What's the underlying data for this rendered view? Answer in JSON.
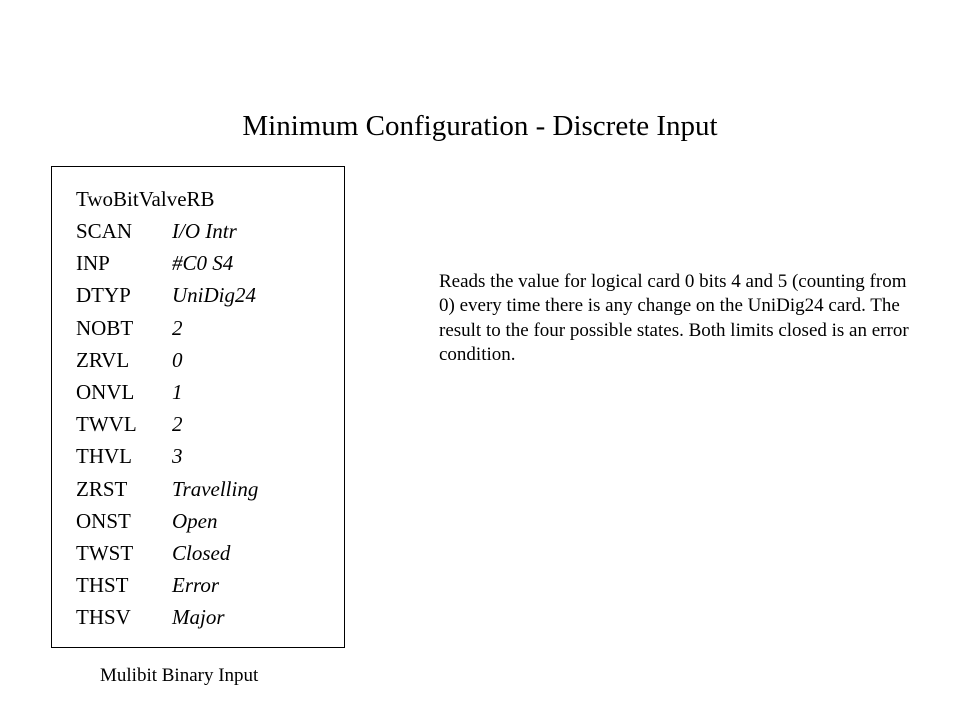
{
  "title": "Minimum Configuration - Discrete Input",
  "record": {
    "name": "TwoBitValveRB",
    "fields": [
      {
        "key": "SCAN",
        "value": "I/O Intr"
      },
      {
        "key": "INP",
        "value": "#C0 S4"
      },
      {
        "key": "DTYP",
        "value": "UniDig24"
      },
      {
        "key": "NOBT",
        "value": "2"
      },
      {
        "key": "ZRVL",
        "value": "0"
      },
      {
        "key": "ONVL",
        "value": "1"
      },
      {
        "key": "TWVL",
        "value": "2"
      },
      {
        "key": "THVL",
        "value": "3"
      },
      {
        "key": "ZRST",
        "value": "Travelling"
      },
      {
        "key": "ONST",
        "value": "Open"
      },
      {
        "key": "TWST",
        "value": "Closed"
      },
      {
        "key": "THST",
        "value": "Error"
      },
      {
        "key": "THSV",
        "value": "Major"
      }
    ]
  },
  "caption": "Mulibit Binary Input",
  "description": "Reads the value for logical card 0 bits 4 and 5 (counting from 0) every time there is any change on the UniDig24 card. The result to the four possible states. Both limits closed is an error condition."
}
